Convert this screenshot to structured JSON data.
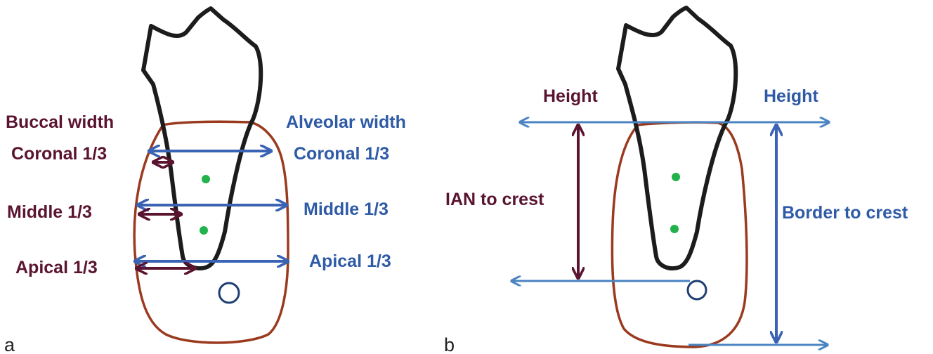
{
  "panel_a": {
    "panel_letter": "a",
    "left_header": "Buccal width",
    "right_header": "Alveolar width",
    "left_labels": [
      "Coronal 1/3",
      "Middle 1/3",
      "Apical 1/3"
    ],
    "right_labels": [
      "Coronal 1/3",
      "Middle 1/3",
      "Apical 1/3"
    ]
  },
  "panel_b": {
    "panel_letter": "b",
    "left_header": "Height",
    "right_header": "Height",
    "left_measure": "IAN to crest",
    "right_measure": "Border to crest"
  },
  "colors": {
    "maroon": "#5a1430",
    "blue": "#2e5aa6",
    "tooth_outline": "#1c1c1c",
    "bone_outline": "#9a3a1f",
    "pulp_dot": "#21b24b"
  }
}
